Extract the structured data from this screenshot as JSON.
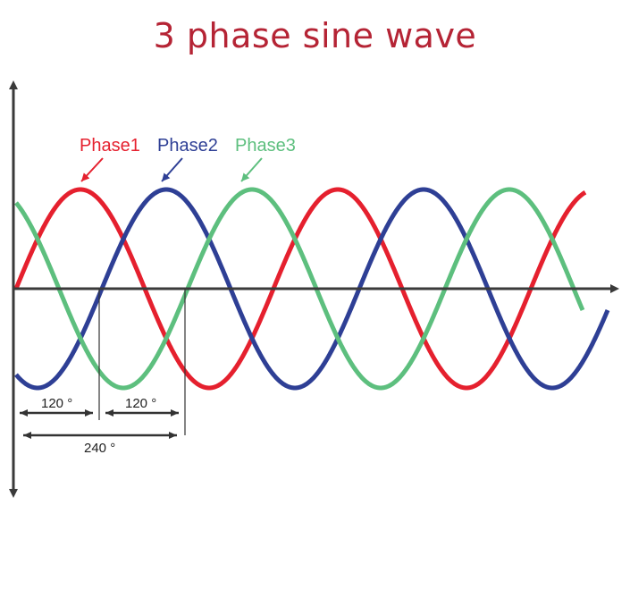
{
  "title": "3 phase sine wave",
  "colors": {
    "title": "#b52435",
    "phase1": "#e5202e",
    "phase2": "#2e3f95",
    "phase3": "#5dbf7e",
    "axis": "#3a3a3a"
  },
  "phases": [
    {
      "label": "Phase1",
      "shift_deg": 0
    },
    {
      "label": "Phase2",
      "shift_deg": 120
    },
    {
      "label": "Phase3",
      "shift_deg": 240
    }
  ],
  "annotations": {
    "shift_a": "120 °",
    "shift_b": "120 °",
    "shift_total": "240 °"
  }
}
